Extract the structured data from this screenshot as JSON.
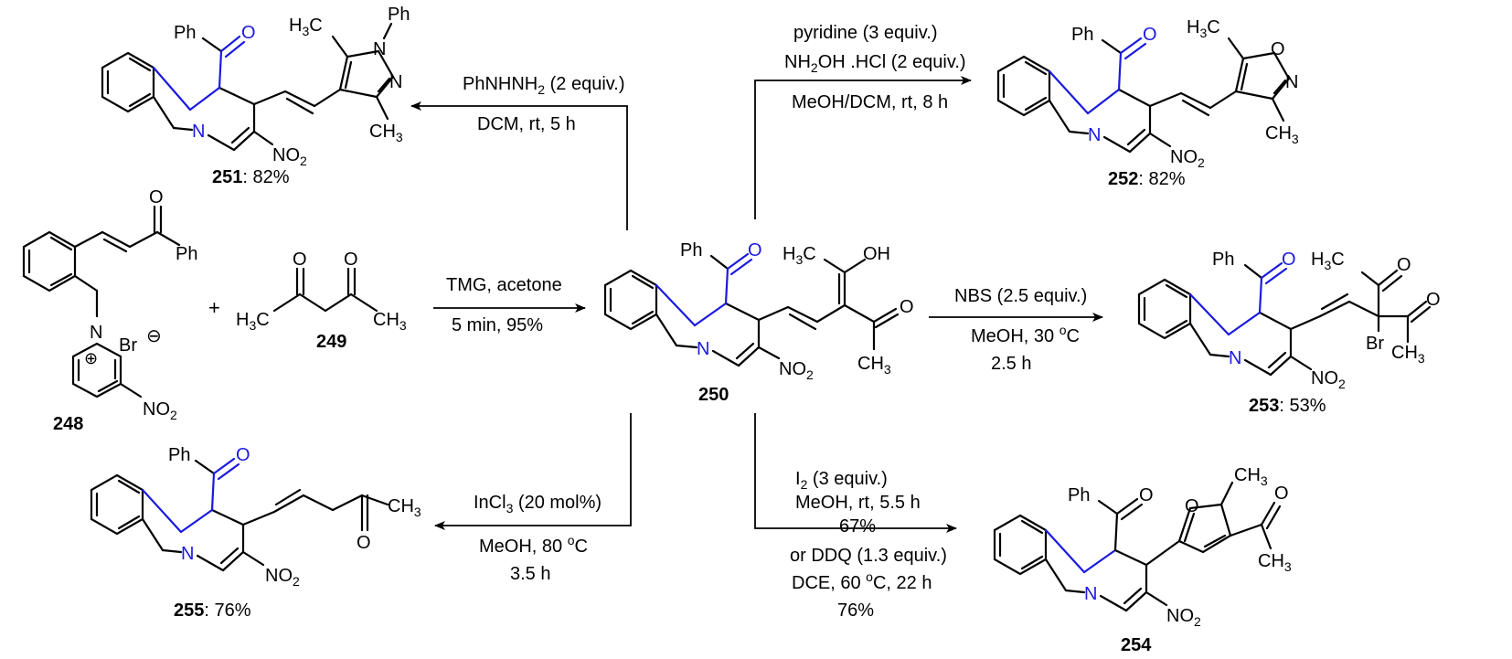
{
  "compounds": {
    "c248": {
      "id": "248",
      "groups": {
        "ph": "Ph",
        "o": "O",
        "br": "Br",
        "minus": "⊖",
        "n": "N",
        "plus": "⊕",
        "no2": "NO",
        "no2_sub": "2"
      }
    },
    "plus_sign": "+",
    "c249": {
      "id": "249",
      "groups": {
        "o1": "O",
        "o2": "O",
        "h3c": "H",
        "h3c_sub": "3",
        "h3c_c": "C",
        "ch3": "CH",
        "ch3_sub": "3"
      }
    },
    "c250": {
      "id": "250",
      "groups": {
        "ph": "Ph",
        "o": "O",
        "n": "N",
        "no2": "NO",
        "no2_sub": "2",
        "h3c": "H",
        "h3c_sub": "3",
        "h3c_c": "C",
        "oh": "OH",
        "o2": "O",
        "ch3": "CH",
        "ch3_sub": "3"
      }
    },
    "c251": {
      "id": "251",
      "yield": ": 82%",
      "groups": {
        "ph": "Ph",
        "o": "O",
        "n": "N",
        "no2": "NO",
        "no2_sub": "2",
        "h3c": "H",
        "h3c_sub": "3",
        "h3c_c": "C",
        "nph": "Ph",
        "n1": "N",
        "n2": "N",
        "ch3": "CH",
        "ch3_sub": "3"
      }
    },
    "c252": {
      "id": "252",
      "yield": ": 82%",
      "groups": {
        "ph": "Ph",
        "o": "O",
        "n": "N",
        "no2": "NO",
        "no2_sub": "2",
        "h3c": "H",
        "h3c_sub": "3",
        "h3c_c": "C",
        "o_ring": "O",
        "n_ring": "N",
        "ch3": "CH",
        "ch3_sub": "3"
      }
    },
    "c253": {
      "id": "253",
      "yield": ": 53%",
      "groups": {
        "ph": "Ph",
        "o": "O",
        "n": "N",
        "no2": "NO",
        "no2_sub": "2",
        "h3c": "H",
        "h3c_sub": "3",
        "h3c_c": "C",
        "o1": "O",
        "o2": "O",
        "br": "Br",
        "ch3": "CH",
        "ch3_sub": "3"
      }
    },
    "c254": {
      "id": "254",
      "groups": {
        "ph": "Ph",
        "o": "O",
        "n": "N",
        "no2": "NO",
        "no2_sub": "2",
        "ch3a": "CH",
        "ch3a_sub": "3",
        "o_furan": "O",
        "o_acetyl": "O",
        "ch3b": "CH",
        "ch3b_sub": "3"
      }
    },
    "c255": {
      "id": "255",
      "yield": ": 76%",
      "groups": {
        "ph": "Ph",
        "o": "O",
        "n": "N",
        "no2": "NO",
        "no2_sub": "2",
        "ch3": "CH",
        "ch3_sub": "3",
        "o2": "O"
      }
    }
  },
  "conditions": {
    "main": {
      "line1": "TMG, acetone",
      "line2": "5 min, 95%"
    },
    "to251": {
      "line1_a": "PhNHNH",
      "line1_sub": "2",
      "line1_b": " (2 equiv.)",
      "line2": "DCM, rt, 5 h"
    },
    "to252": {
      "line1": "pyridine (3 equiv.)",
      "line2_a": "NH",
      "line2_sub": "2",
      "line2_b": "OH .HCl (2 equiv.)",
      "line3": "MeOH/DCM, rt, 8 h"
    },
    "to253": {
      "line1": "NBS (2.5 equiv.)",
      "line2_a": "MeOH, 30 ",
      "line2_sup": "o",
      "line2_b": "C",
      "line3": "2.5 h"
    },
    "to254": {
      "line1_a": "I",
      "line1_sub": "2",
      "line1_b": " (3 equiv.)",
      "line2": "MeOH, rt, 5.5 h",
      "line3": "67%",
      "line4": "or DDQ (1.3 equiv.)",
      "line5_a": "DCE, 60 ",
      "line5_sup": "o",
      "line5_b": "C, 22 h",
      "line6": "76%"
    },
    "to255": {
      "line1_a": "InCl",
      "line1_sub": "3",
      "line1_b": " (20 mol%)",
      "line2_a": "MeOH, 80 ",
      "line2_sup": "o",
      "line2_b": "C",
      "line3": "3.5 h"
    }
  },
  "colors": {
    "bond": "#000000",
    "highlight": "#1a1adf"
  }
}
